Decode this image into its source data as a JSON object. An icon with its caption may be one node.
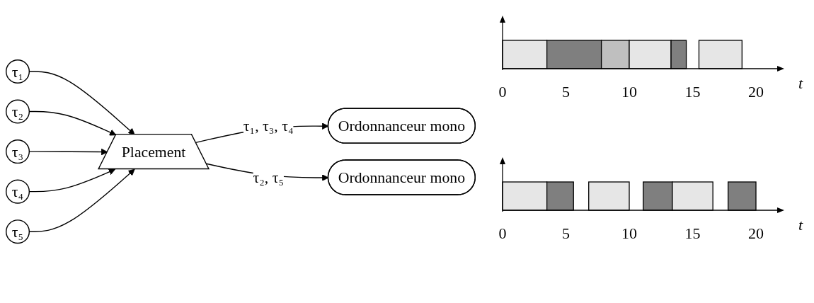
{
  "diagram": {
    "nodes": [
      {
        "text": [
          "τ₁"
        ]
      },
      {
        "text": [
          "τ₂"
        ]
      },
      {
        "text": [
          "τ₃"
        ]
      },
      {
        "text": [
          "τ₄"
        ]
      },
      {
        "text": [
          "τ₅"
        ]
      },
      {
        "text": [
          "Placement"
        ]
      },
      {
        "text": [
          "Ordonnanceur mono"
        ]
      },
      {
        "text": [
          "Ordonnanceur mono"
        ]
      }
    ],
    "edges": [
      {
        "from": 0,
        "to": 5,
        "arrow": "to"
      },
      {
        "from": 1,
        "to": 5,
        "arrow": "to"
      },
      {
        "from": 2,
        "to": 5,
        "arrow": "to"
      },
      {
        "from": 3,
        "to": 5,
        "arrow": "to"
      },
      {
        "from": 4,
        "to": 5,
        "arrow": "to"
      },
      {
        "from": 5,
        "to": 6,
        "label": "τ₁, τ₃, τ₄",
        "arrow": "to"
      },
      {
        "from": 5,
        "to": 7,
        "label": "τ₂, τ₅",
        "arrow": "to"
      }
    ],
    "labels": [
      "t",
      "0",
      "5",
      "10",
      "15",
      "20",
      "t",
      "0",
      "5",
      "10",
      "15",
      "20"
    ]
  }
}
